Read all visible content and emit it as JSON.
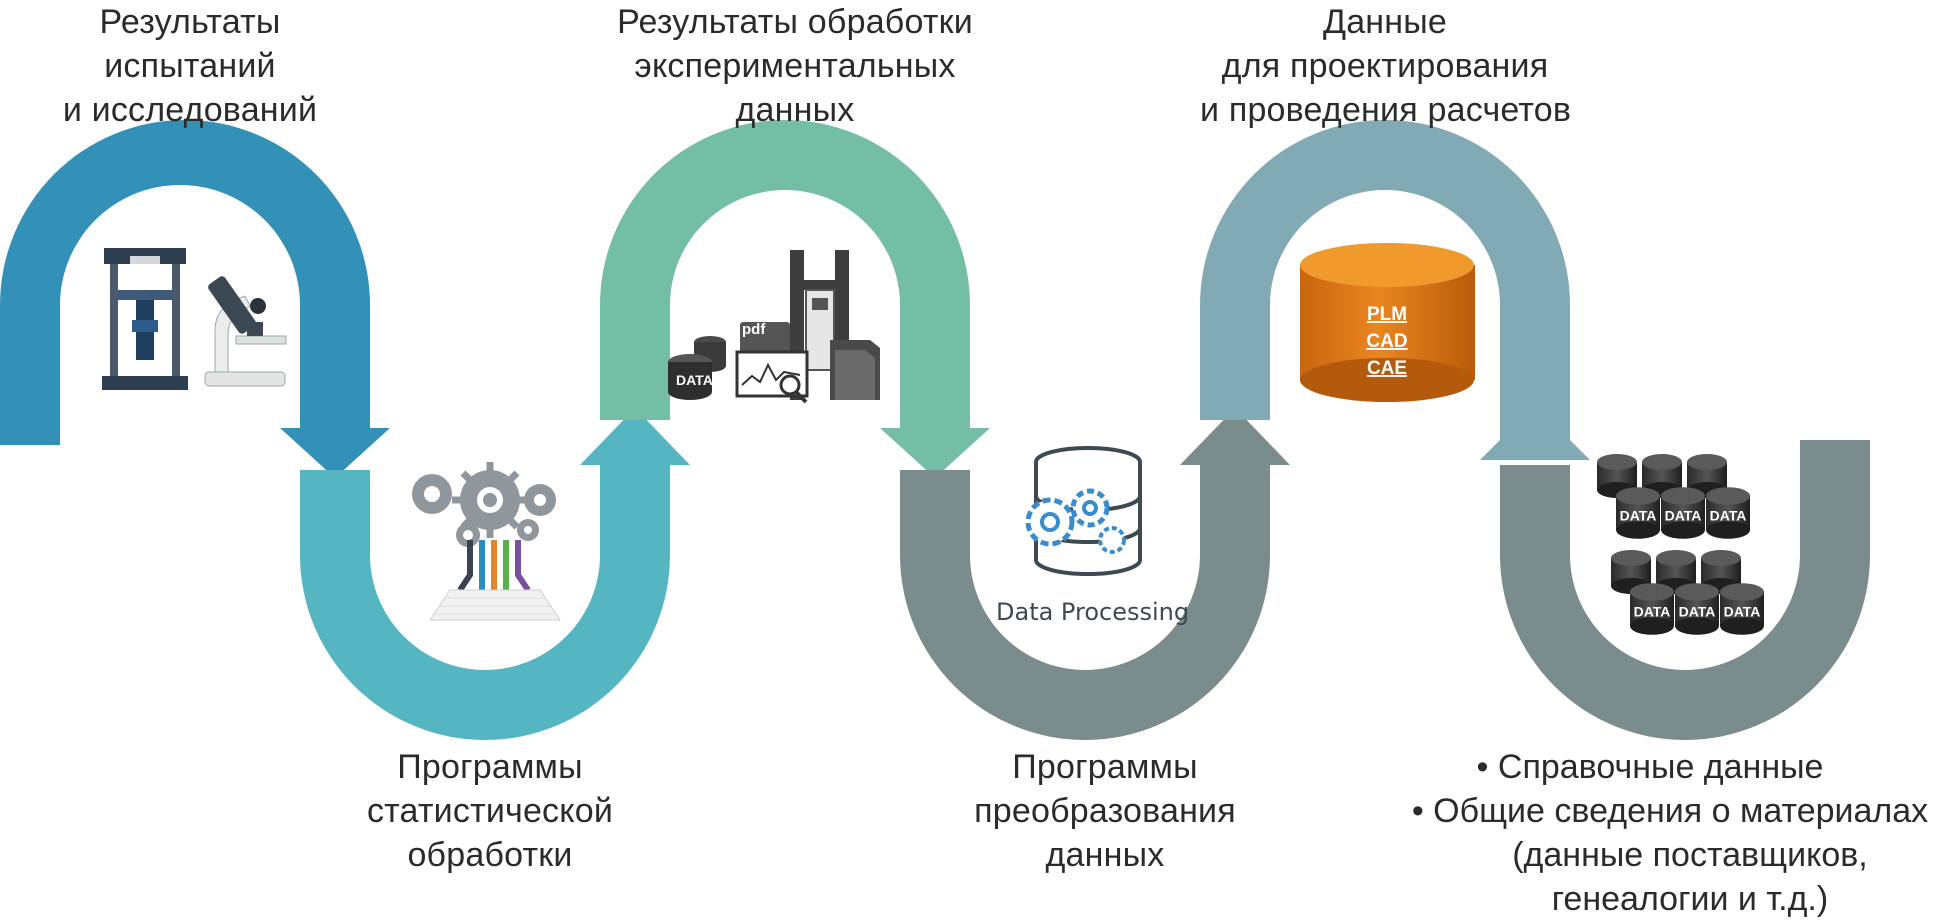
{
  "stages": [
    {
      "id": "test-results",
      "lines": [
        "Результаты",
        "испытаний",
        "и исследований"
      ]
    },
    {
      "id": "statistical-software",
      "lines": [
        "Программы",
        "статистической",
        "обработки"
      ]
    },
    {
      "id": "processed-results",
      "lines": [
        "Результаты обработки",
        "экспериментальных",
        "данных"
      ]
    },
    {
      "id": "conversion-software",
      "lines": [
        "Программы",
        "преобразования",
        "данных"
      ]
    },
    {
      "id": "design-data",
      "lines": [
        "Данные",
        "для проектирования",
        "и проведения расчетов"
      ]
    }
  ],
  "reference": {
    "bullet_1": "• Справочные данные",
    "bullet_2": "• Общие сведения о материалах",
    "bullet_2_cont_1": "(данные поставщиков,",
    "bullet_2_cont_2": "генеалогии и т.д.)"
  },
  "icons": {
    "data_processing_label": "Data Processing",
    "pdf_label": "pdf",
    "data_label": "DATA",
    "database_lines": [
      "PLM",
      "CAD",
      "CAE"
    ]
  },
  "colors": {
    "arc_1": "#3391b8",
    "arc_2": "#55b6c2",
    "arc_3": "#74bea6",
    "arc_4": "#7a8c8c",
    "arc_5": "#82aab5",
    "arc_6": "#7a8c8c",
    "database": "#d5751a"
  }
}
